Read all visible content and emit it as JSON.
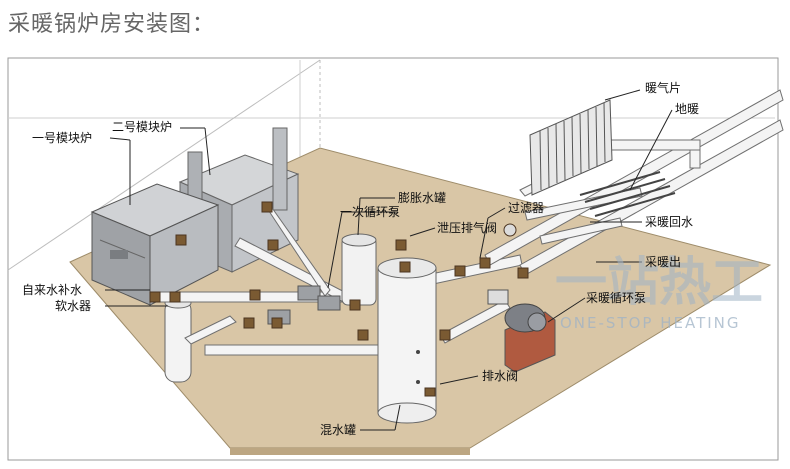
{
  "title": "采暖锅炉房安装图：",
  "labels": {
    "boiler1": "一号模块炉",
    "boiler2": "二号模块炉",
    "water_inlet": "自来水补水",
    "softener": "软水器",
    "expansion_tank": "膨胀水罐",
    "primary_pump": "一次循环泵",
    "relief_vent": "泄压排气阀",
    "filter": "过滤器",
    "radiator": "暖气片",
    "floor_heating": "地暖",
    "return_water": "采暖回水",
    "supply_out": "采暖出",
    "circ_pump": "采暖循环泵",
    "drain_valve": "排水阀",
    "mixing_tank": "混水罐"
  },
  "watermark": {
    "cn": "一站热工",
    "en": "ONE-STOP HEATING"
  },
  "colors": {
    "floor": "#d9c6a6",
    "pipe": "#f4f4f4",
    "valve": "#7a5a32",
    "boiler": "#b9bcc0",
    "pump": "#b05a40"
  }
}
